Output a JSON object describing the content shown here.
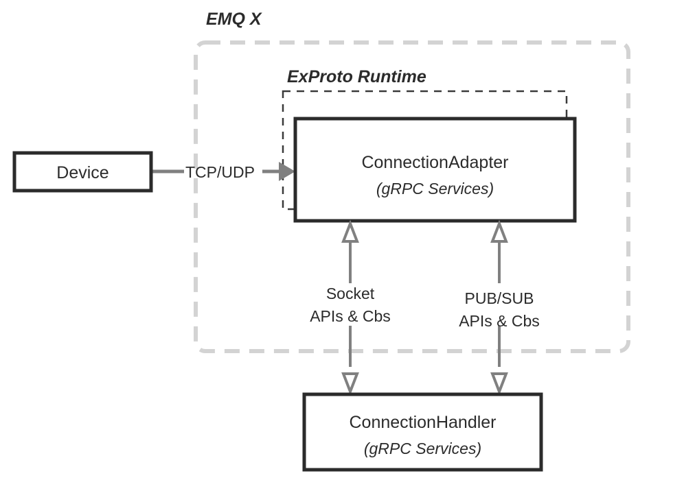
{
  "diagram": {
    "title_hidden": "",
    "zones": [
      {
        "id": "emqx",
        "label": "EMQ X",
        "border_color": "#d3d3d3",
        "style": "dashed-rounded"
      },
      {
        "id": "exproto",
        "label": "ExProto Runtime",
        "border_color": "#3a3a3a",
        "style": "dashed"
      }
    ],
    "nodes": [
      {
        "id": "device",
        "label": "Device",
        "sublabel": "",
        "border_color": "#2b2b2b"
      },
      {
        "id": "connection-adapter",
        "label": "ConnectionAdapter",
        "sublabel": "(gRPC Services)",
        "border_color": "#2b2b2b"
      },
      {
        "id": "connection-handler",
        "label": "ConnectionHandler",
        "sublabel": "(gRPC Services)",
        "border_color": "#2b2b2b"
      }
    ],
    "edges": [
      {
        "id": "device-to-adapter",
        "label": "TCP/UDP",
        "label_line1": "TCP/UDP",
        "label_line2": "",
        "from": "device",
        "to": "connection-adapter",
        "arrow": "solid",
        "color": "#808080"
      },
      {
        "id": "socket-apis",
        "label": "Socket APIs & Cbs",
        "label_line1": "Socket",
        "label_line2": "APIs & Cbs",
        "from": "connection-adapter",
        "to": "connection-handler",
        "arrow": "hollow-double",
        "color": "#808080"
      },
      {
        "id": "pubsub-apis",
        "label": "PUB/SUB APIs & Cbs",
        "label_line1": "PUB/SUB",
        "label_line2": "APIs & Cbs",
        "from": "connection-adapter",
        "to": "connection-handler",
        "arrow": "hollow-double",
        "color": "#808080"
      }
    ]
  }
}
